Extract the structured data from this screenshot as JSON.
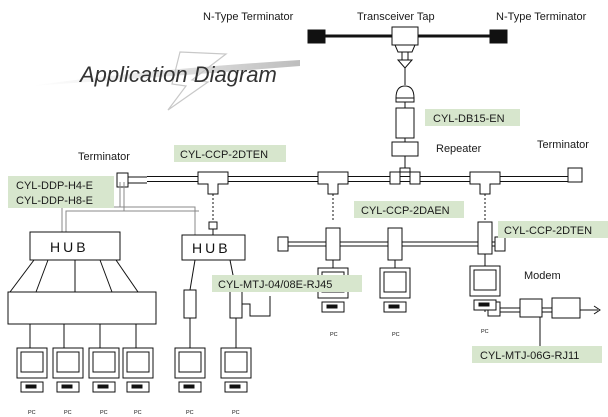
{
  "title": "Application Diagram",
  "labels": {
    "n_type_left": "N-Type Terminator",
    "transceiver_tap": "Transceiver Tap",
    "n_type_right": "N-Type Terminator",
    "repeater": "Repeater",
    "terminator_left": "Terminator",
    "terminator_right": "Terminator",
    "modem": "Modem",
    "hub": "HUB",
    "pc": "PC"
  },
  "tags": {
    "db15": "CYL-DB15-EN",
    "ccp_top": "CYL-CCP-2DTEN",
    "ddp_h4": "CYL-DDP-H4-E",
    "ddp_h8": "CYL-DDP-H8-E",
    "ccp_daen": "CYL-CCP-2DAEN",
    "ccp_right": "CYL-CCP-2DTEN",
    "mtj_04": "CYL-MTJ-04/08E-RJ45",
    "mtj_06": "CYL-MTJ-06G-RJ11"
  },
  "colors": {
    "tag_bg": "#d7e6cd",
    "line": "#111111",
    "title": "#333333"
  }
}
